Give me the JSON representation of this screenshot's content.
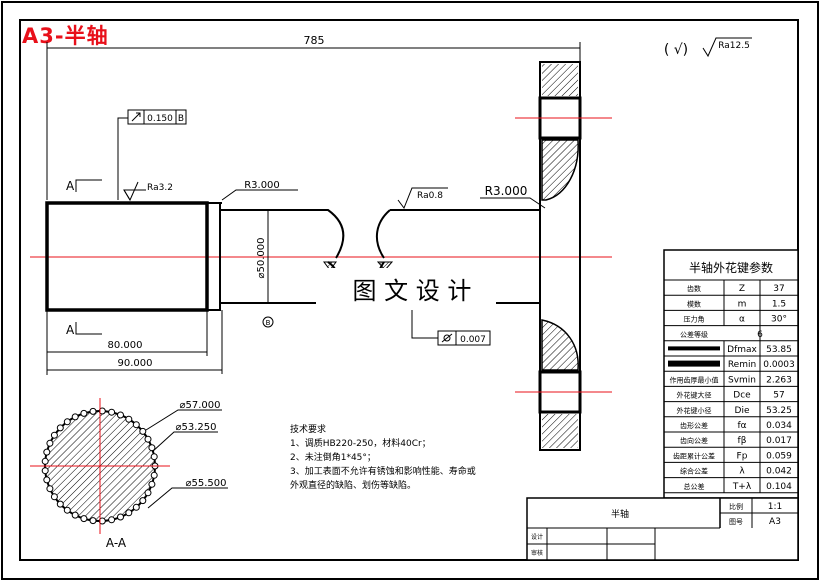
{
  "sheet_title": "A3-半轴",
  "watermark": "图 文 设 计",
  "dimensions": {
    "overall_length": "785",
    "bore_length": "80.000",
    "body_length": "90.000",
    "shaft_diameter": "⌀50.000",
    "fillet_left": "R3.000",
    "fillet_right": "R3.000",
    "runout": "0.150",
    "runout_datum": "B",
    "cylindricity": "0.007",
    "datum_label": "B"
  },
  "surface_finish": {
    "general": "( √)",
    "general_value": "Ra12.5",
    "bore": "Ra3.2",
    "shaft": "Ra0.8"
  },
  "section": {
    "cut_label_top": "A",
    "cut_label_bottom": "A",
    "view_label": "A-A",
    "dia_outer": "⌀57.000",
    "dia_pitch": "⌀53.250",
    "dia_measure": "⌀55.500"
  },
  "notes": {
    "heading": "技术要求",
    "lines": [
      "1、调质HB220-250，材料40Cr；",
      "2、未注倒角1*45°；",
      "3、加工表面不允许有锈蚀和影响性能、寿命或",
      "外观直径的缺陷、划伤等缺陷。"
    ]
  },
  "spline_table": {
    "title": "半轴外花键参数",
    "rows": [
      [
        "齿数",
        "Z",
        "37"
      ],
      [
        "模数",
        "m",
        "1.5"
      ],
      [
        "压力角",
        "α",
        "30°"
      ],
      [
        "公差等级",
        "",
        "6"
      ],
      [
        "",
        "Dfmax",
        "53.85"
      ],
      [
        "",
        "Remin",
        "0.0003"
      ],
      [
        "作用齿厚最小值",
        "Svmin",
        "2.263"
      ],
      [
        "外花键大径",
        "Dce",
        "57"
      ],
      [
        "外花键小径",
        "Die",
        "53.25"
      ],
      [
        "齿形公差",
        "fα",
        "0.034"
      ],
      [
        "齿向公差",
        "fβ",
        "0.017"
      ],
      [
        "齿距累计公差",
        "Fp",
        "0.059"
      ],
      [
        "综合公差",
        "λ",
        "0.042"
      ],
      [
        "总公差",
        "T+λ",
        "0.104"
      ]
    ]
  },
  "title_block": {
    "part_name": "半轴",
    "scale_label": "比例",
    "scale_value": "1:1",
    "size_label": "图号",
    "size_value": "A3",
    "design_label": "设计",
    "check_label": "审核"
  },
  "colors": {
    "ink": "#000000",
    "centerline": "#e8101a",
    "title": "#e8101a"
  }
}
